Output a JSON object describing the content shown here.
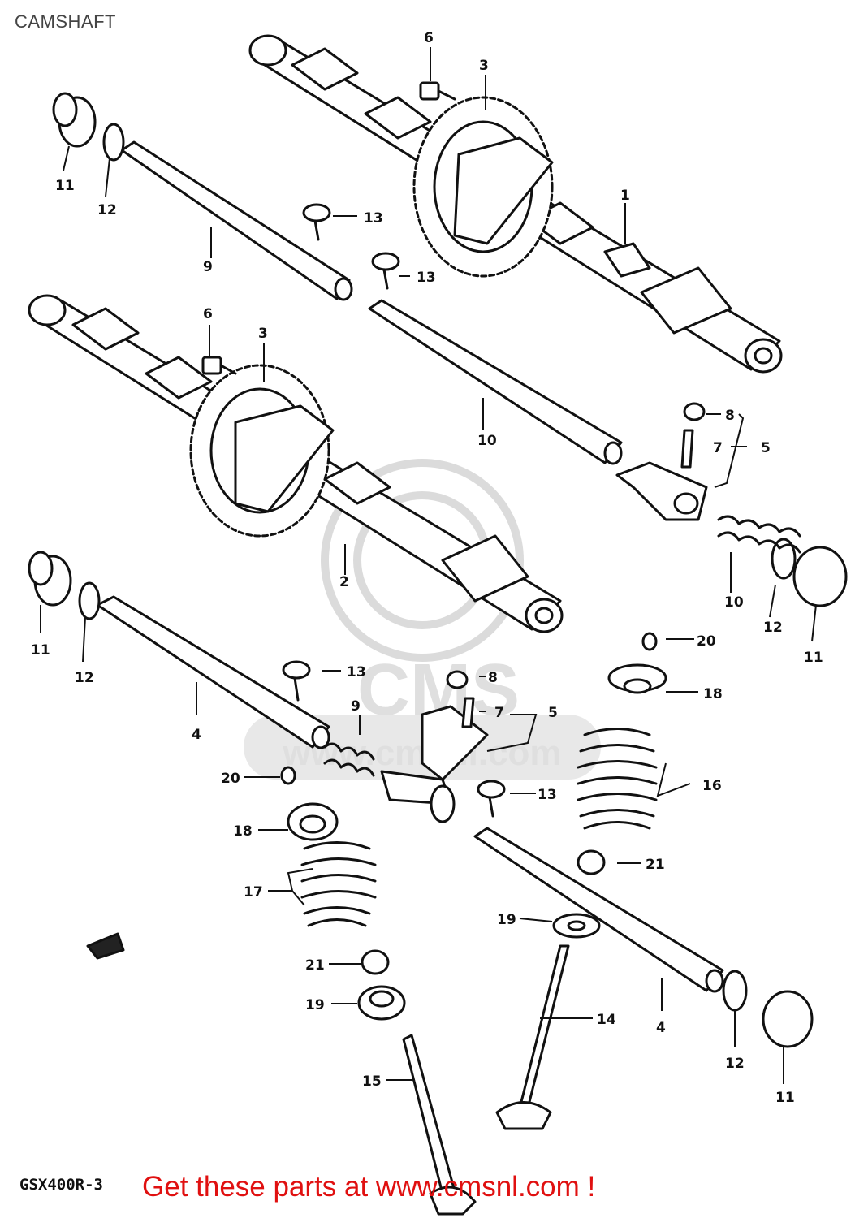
{
  "title": "CAMSHAFT",
  "diagram_code": "GSX400R-3",
  "footer": "Get these parts at www.cmsnl.com !",
  "watermark": {
    "text_top": "CMS",
    "text_bottom": "www.cmsnl.com"
  },
  "callouts": [
    "1",
    "2",
    "3",
    "3",
    "4",
    "4",
    "5",
    "5",
    "6",
    "6",
    "7",
    "7",
    "8",
    "8",
    "9",
    "9",
    "10",
    "10",
    "11",
    "11",
    "11",
    "11",
    "12",
    "12",
    "12",
    "12",
    "13",
    "13",
    "13",
    "13",
    "14",
    "15",
    "16",
    "17",
    "18",
    "18",
    "19",
    "19",
    "20",
    "20",
    "21",
    "21"
  ]
}
